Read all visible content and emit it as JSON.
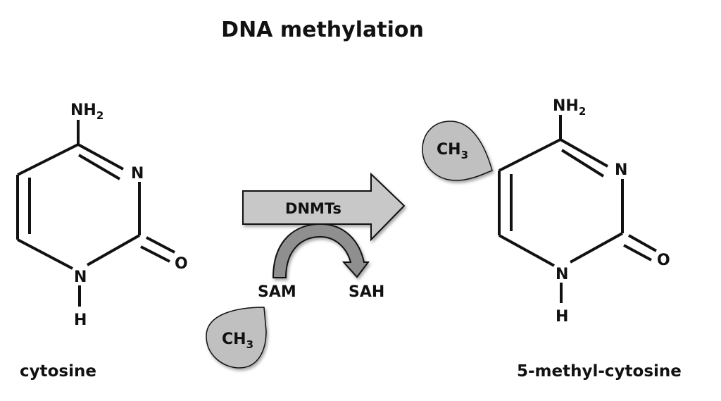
{
  "title": "DNA methylation",
  "left_molecule": {
    "name": "cytosine",
    "atoms": {
      "amine": "NH",
      "amine_sub": "2",
      "ring_n": "N",
      "oxygen": "O",
      "nh_n": "N",
      "nh_h": "H"
    }
  },
  "right_molecule": {
    "name": "5-methyl-cytosine",
    "atoms": {
      "amine": "NH",
      "amine_sub": "2",
      "ring_n": "N",
      "oxygen": "O",
      "nh_n": "N",
      "nh_h": "H"
    },
    "methyl": {
      "text": "CH",
      "sub": "3"
    }
  },
  "reaction": {
    "enzyme": "DNMTs",
    "donor": "SAM",
    "product": "SAH",
    "methyl": {
      "text": "CH",
      "sub": "3"
    }
  },
  "colors": {
    "arrow_fill": "#c8c8c8",
    "curve_fill": "#8f8f8f",
    "drop_fill": "#c0c0c0",
    "stroke": "#111111"
  }
}
